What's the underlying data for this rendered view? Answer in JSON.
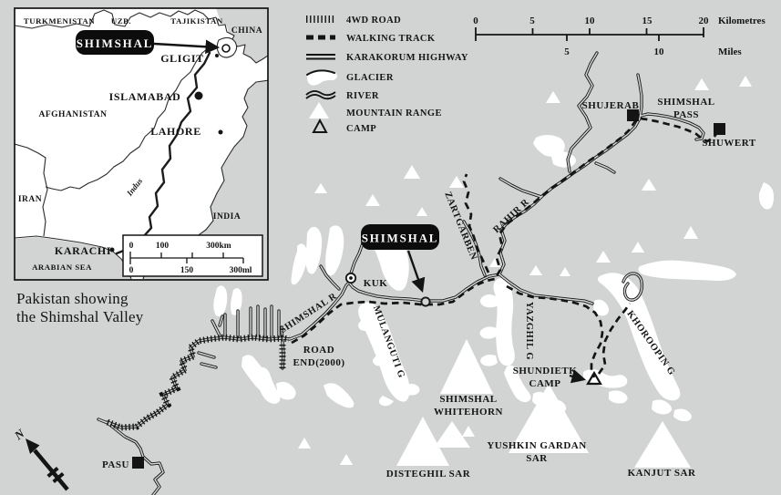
{
  "colors": {
    "background": "#d2d4d4",
    "ink": "#141414",
    "white": "#ffffff"
  },
  "inset": {
    "callout": "SHIMSHAL",
    "labels": {
      "turkmenistan": "TURKMENISTAN",
      "uzb": "UZB.",
      "tajikistan": "TAJIKISTAN",
      "china": "CHINA",
      "gligit": "GLIGIT",
      "islamabad": "ISLAMABAD",
      "afghanistan": "AFGHANISTAN",
      "lahore": "LAHORE",
      "iran": "IRAN",
      "india": "INDIA",
      "karachi": "KARACHI",
      "arabian_sea": "ARABIAN SEA",
      "indus_river": "Indus"
    },
    "scale": {
      "km": [
        "0",
        "100",
        "300km"
      ],
      "miles": [
        "0",
        "150",
        "300ml"
      ]
    },
    "caption": [
      "Pakistan showing",
      "the Shimshal Valley"
    ]
  },
  "legend": {
    "items": [
      {
        "symbol": "4wd-road",
        "label": "4WD ROAD"
      },
      {
        "symbol": "walking-track",
        "label": "WALKING TRACK"
      },
      {
        "symbol": "karakorum-highway",
        "label": "KARAKORUM HIGHWAY"
      },
      {
        "symbol": "glacier",
        "label": "GLACIER"
      },
      {
        "symbol": "river",
        "label": "RIVER"
      },
      {
        "symbol": "mountain-range",
        "label": "MOUNTAIN RANGE"
      },
      {
        "symbol": "camp",
        "label": "CAMP"
      }
    ]
  },
  "scalebar": {
    "km_labels": [
      "0",
      "5",
      "10",
      "15",
      "20"
    ],
    "km_unit": "Kilometres",
    "mile_labels": [
      "5",
      "10"
    ],
    "mile_unit": "Miles"
  },
  "map": {
    "callout": "SHIMSHAL",
    "north_label": "N",
    "places": {
      "shujerab": "SHUJERAB",
      "shimshal_pass": [
        "SHIMSHAL",
        "PASS"
      ],
      "shuwert": "SHUWERT",
      "zartgarben": "ZARTGARBEN",
      "rahir_river": "RAHIR R",
      "kuk": "KUK",
      "shimshal_river": "SHIMSHAL R",
      "mulanguti_glacier": "MULANGUTI G",
      "road_end": [
        "ROAD",
        "END(2000)"
      ],
      "yazghil_glacier": "YAZGHIL G",
      "shundietk_camp": [
        "SHUNDIETK",
        "CAMP"
      ],
      "khoroopin_glacier": "KHOROOPIN G",
      "shimshal_whitehorn": [
        "SHIMSHAL",
        "WHITEHORN"
      ],
      "yushkin_gardan_sar": [
        "YUSHKIN GARDAN",
        "SAR"
      ],
      "disteghil_sar": "DISTEGHIL SAR",
      "kanjut_sar": "KANJUT SAR",
      "pasu": "PASU"
    }
  }
}
